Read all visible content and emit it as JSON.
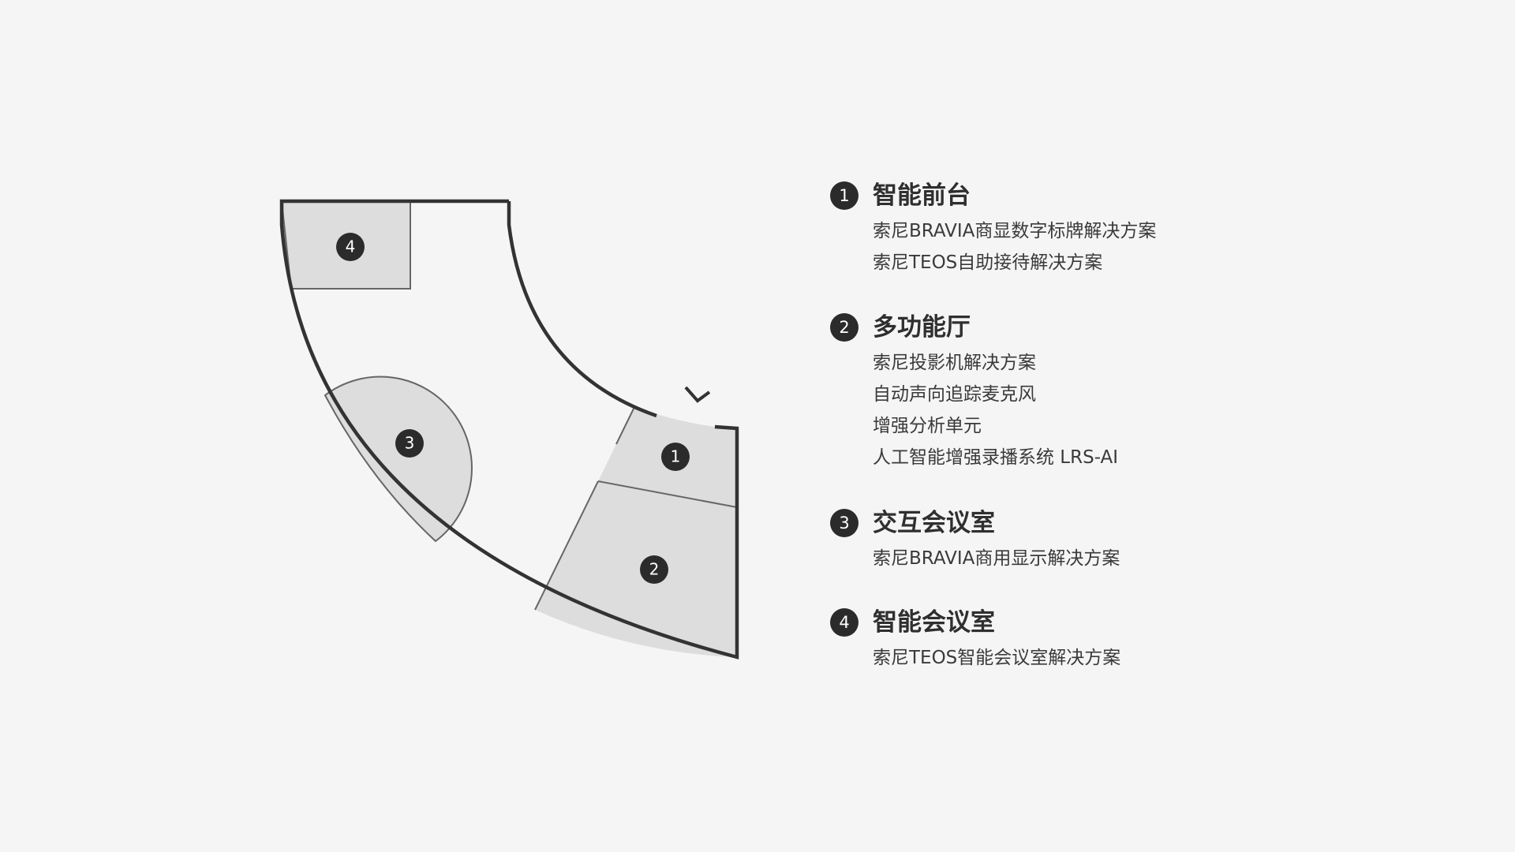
{
  "colors": {
    "background": "#f5f5f5",
    "outline": "#333333",
    "zone_fill": "#dddddd",
    "badge": "#2b2b2b"
  },
  "floorplan": {
    "zones": [
      {
        "number": "1"
      },
      {
        "number": "2"
      },
      {
        "number": "3"
      },
      {
        "number": "4"
      }
    ],
    "door_icon": "chevron-down-icon"
  },
  "legend": [
    {
      "number": "1",
      "title": "智能前台",
      "items": [
        "索尼BRAVIA商显数字标牌解决方案",
        "索尼TEOS自助接待解决方案"
      ]
    },
    {
      "number": "2",
      "title": "多功能厅",
      "items": [
        "索尼投影机解决方案",
        "自动声向追踪麦克风",
        "增强分析单元",
        "人工智能增强录播系统 LRS-AI"
      ]
    },
    {
      "number": "3",
      "title": "交互会议室",
      "items": [
        "索尼BRAVIA商用显示解决方案"
      ]
    },
    {
      "number": "4",
      "title": "智能会议室",
      "items": [
        "索尼TEOS智能会议室解决方案"
      ]
    }
  ]
}
